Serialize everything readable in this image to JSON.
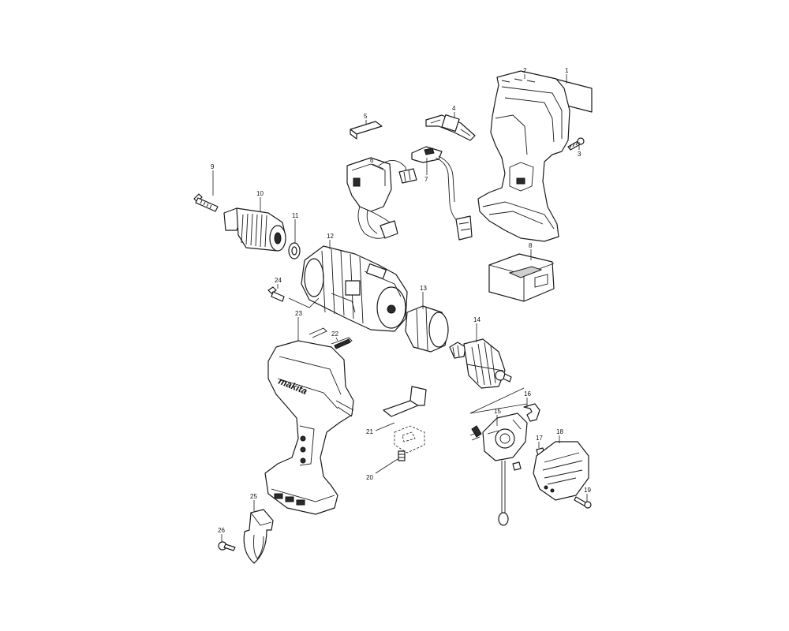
{
  "diagram": {
    "brand_label": "makita",
    "callouts": [
      {
        "id": "c1",
        "label": "1"
      },
      {
        "id": "c2",
        "label": "2"
      },
      {
        "id": "c3",
        "label": "3"
      },
      {
        "id": "c4",
        "label": "4"
      },
      {
        "id": "c5",
        "label": "5"
      },
      {
        "id": "c6",
        "label": "6"
      },
      {
        "id": "c7",
        "label": "7"
      },
      {
        "id": "c8",
        "label": "8"
      },
      {
        "id": "c9",
        "label": "9"
      },
      {
        "id": "c10",
        "label": "10"
      },
      {
        "id": "c11",
        "label": "11"
      },
      {
        "id": "c12",
        "label": "12"
      },
      {
        "id": "c13",
        "label": "13"
      },
      {
        "id": "c14",
        "label": "14"
      },
      {
        "id": "c15",
        "label": "15"
      },
      {
        "id": "c16",
        "label": "16"
      },
      {
        "id": "c17",
        "label": "17"
      },
      {
        "id": "c18",
        "label": "18"
      },
      {
        "id": "c19",
        "label": "19"
      },
      {
        "id": "c20",
        "label": "20"
      },
      {
        "id": "c21",
        "label": "21"
      },
      {
        "id": "c22",
        "label": "22"
      },
      {
        "id": "c23",
        "label": "23"
      },
      {
        "id": "c24",
        "label": "24"
      },
      {
        "id": "c25",
        "label": "25"
      },
      {
        "id": "c26",
        "label": "26"
      }
    ]
  }
}
